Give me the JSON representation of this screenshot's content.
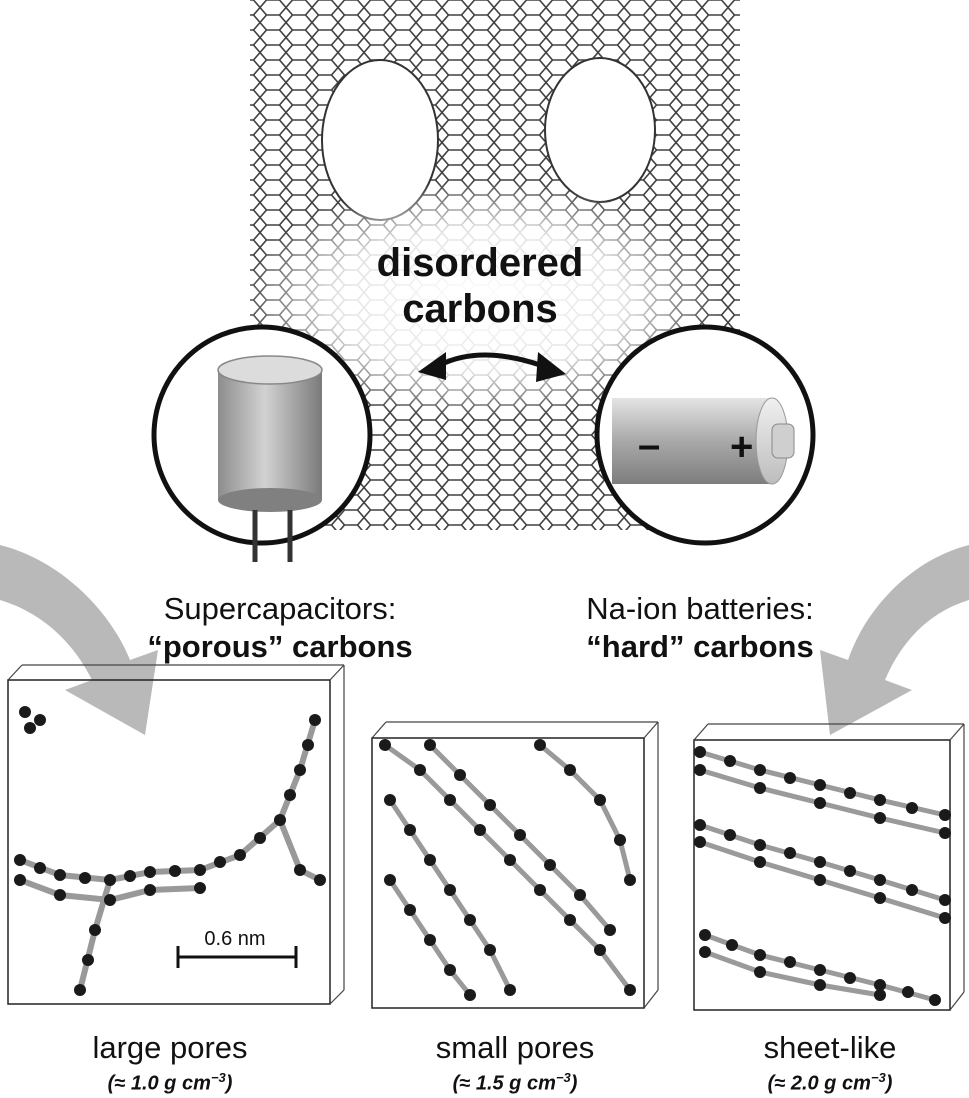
{
  "center_label": {
    "line1": "disordered",
    "line2": "carbons"
  },
  "applications": {
    "supercapacitor": {
      "line1": "Supercapacitors:",
      "line2_quoted": "“porous”",
      "line2_rest": " carbons"
    },
    "battery": {
      "line1": "Na-ion batteries:",
      "line2_quoted": "“hard”",
      "line2_rest": " carbons",
      "minus_symbol": "–",
      "plus_symbol": "+"
    }
  },
  "structures": [
    {
      "name": "large pores",
      "density_prefix": "(≈ 1.0 g cm",
      "density_exp": "−3",
      "density_suffix": ")"
    },
    {
      "name": "small pores",
      "density_prefix": "(≈ 1.5 g cm",
      "density_exp": "−3",
      "density_suffix": ")"
    },
    {
      "name": "sheet-like",
      "density_prefix": "(≈ 2.0 g cm",
      "density_exp": "−3",
      "density_suffix": ")"
    }
  ],
  "scale_bar": {
    "label": "0.6 nm"
  },
  "colors": {
    "arrow_gray": "#b9b9b9",
    "atom_dark": "#1a1a1a",
    "atom_mid": "#555555",
    "bond": "#9a9a9a"
  }
}
